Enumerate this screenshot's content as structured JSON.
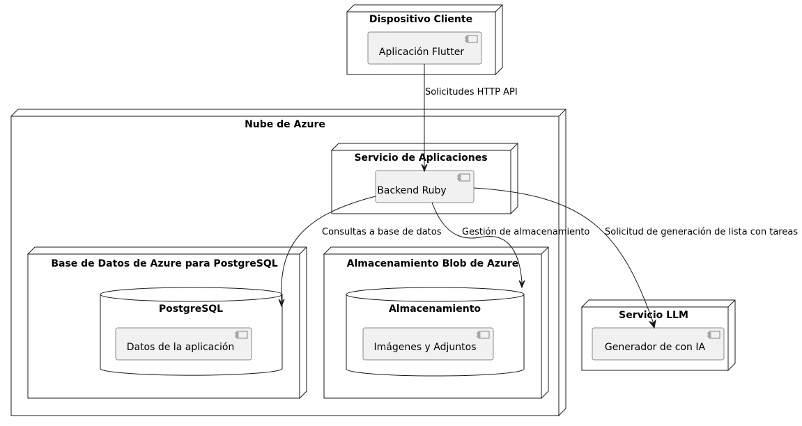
{
  "nodes": {
    "client_device": {
      "title": "Dispositivo Cliente",
      "component": "Aplicación Flutter"
    },
    "azure_cloud": {
      "title": "Nube de Azure"
    },
    "app_service": {
      "title": "Servicio de Aplicaciones",
      "component": "Backend Ruby"
    },
    "postgres_node": {
      "title": "Base de Datos de Azure para PostgreSQL",
      "database": "PostgreSQL",
      "component": "Datos de la aplicación"
    },
    "blob_node": {
      "title": "Almacenamiento Blob de Azure",
      "database": "Almacenamiento",
      "component": "Imágenes y Adjuntos"
    },
    "llm_node": {
      "title": "Servicio LLM",
      "component": "Generador de  con IA"
    }
  },
  "edges": {
    "http": "Solicitudes HTTP API",
    "db_queries": "Consultas a base de datos",
    "storage": "Gestión de almacenamiento",
    "llm": "Solicitud de generación de lista con tareas"
  },
  "colors": {
    "line": "#181818",
    "component_fill": "#f1f1f1",
    "background": "#ffffff"
  }
}
